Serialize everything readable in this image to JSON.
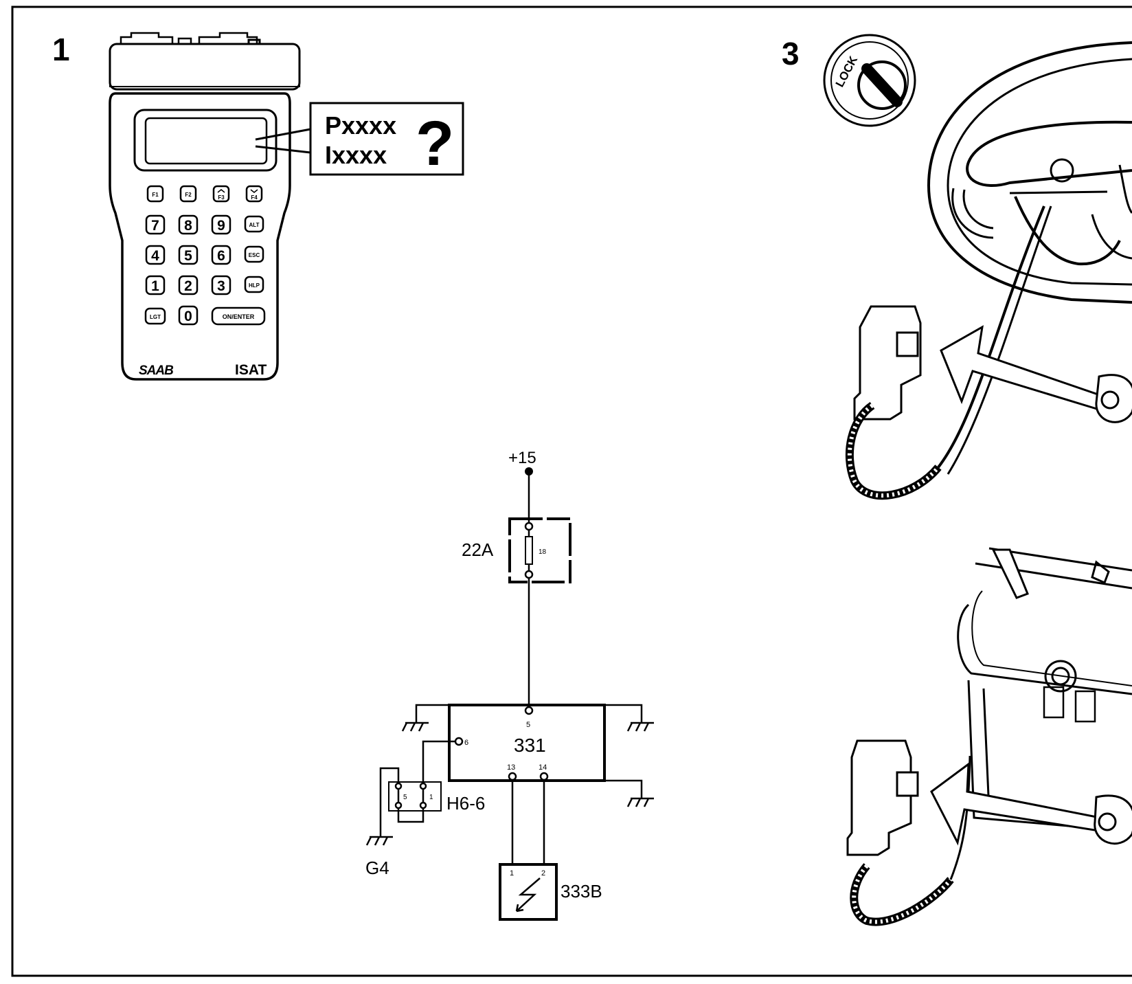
{
  "panels": {
    "panel1_number": "1",
    "panel3_number": "3"
  },
  "tester": {
    "brand": "SAAB",
    "model": "ISAT",
    "callout_line1": "Pxxxx",
    "callout_line2": "Ixxxx",
    "callout_symbol": "?",
    "keys": {
      "f1": "F1",
      "f2": "F2",
      "f3": "F3",
      "f4": "F4",
      "k7": "7",
      "k8": "8",
      "k9": "9",
      "alt": "ALT",
      "k4": "4",
      "k5": "5",
      "k6": "6",
      "esc": "ESC",
      "k1": "1",
      "k2": "2",
      "k3": "3",
      "hlp": "HLP",
      "lgt": "LGT",
      "k0": "0",
      "enter": "ON/ENTER"
    }
  },
  "ignition": {
    "lock_label": "LOCK"
  },
  "schematic": {
    "supply_label": "+15",
    "fuse_box_label": "22A",
    "fuse_number": "18",
    "control_unit_label": "331",
    "pin5": "5",
    "pin6": "6",
    "pin13": "13",
    "pin14": "14",
    "connector_label": "H6-6",
    "connector_pin5": "5",
    "connector_pin1": "1",
    "ground_label": "G4",
    "component_label": "333B",
    "component_pin1": "1",
    "component_pin2": "2"
  }
}
